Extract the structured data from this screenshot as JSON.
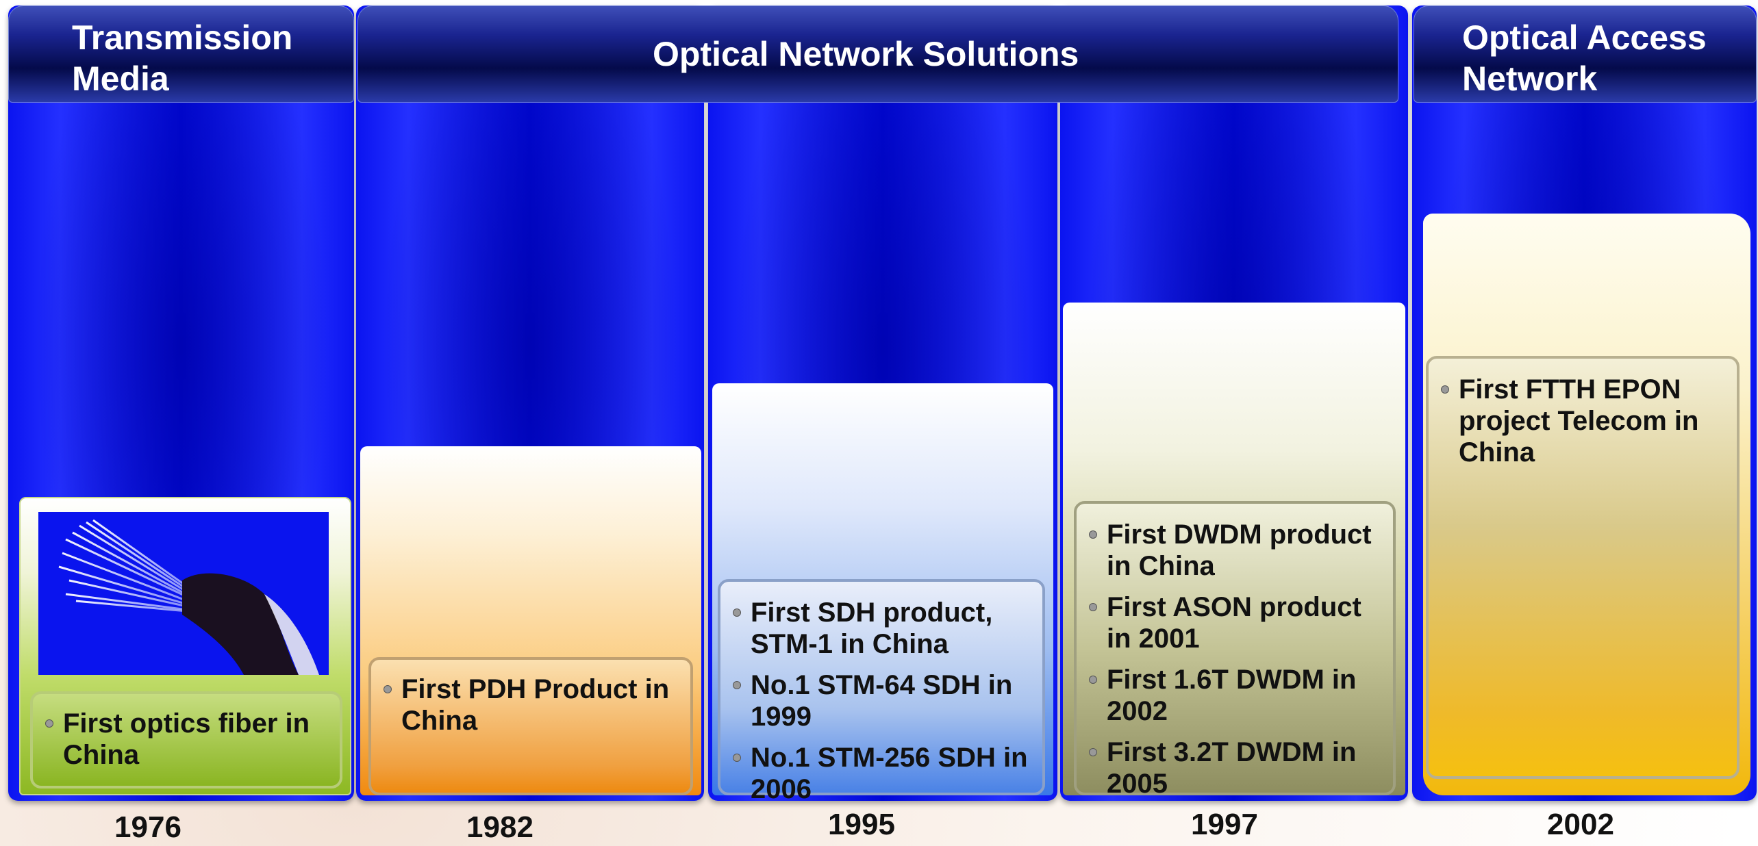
{
  "headers": {
    "transmission_media": "Transmission Media",
    "optical_network_solutions": "Optical Network Solutions",
    "optical_access_network": "Optical Access Network"
  },
  "milestones": [
    {
      "year": "1976",
      "items": [
        "First optics fiber in China"
      ]
    },
    {
      "year": "1982",
      "items": [
        "First PDH Product in China"
      ]
    },
    {
      "year": "1995",
      "items": [
        "First SDH product, STM-1 in China",
        "No.1 STM-64 SDH in 1999",
        "No.1 STM-256 SDH in 2006"
      ]
    },
    {
      "year": "1997",
      "items": [
        "First DWDM product in China",
        "First ASON product in 2001",
        "First 1.6T DWDM in 2002",
        "First 3.2T DWDM in 2005"
      ]
    },
    {
      "year": "2002",
      "items": [
        "First FTTH EPON project Telecom in China"
      ]
    }
  ],
  "colors": {
    "column_blue": "#0008d8",
    "green_panel": "#8db823",
    "orange_panel": "#f08a10",
    "blue_panel": "#3a78e8",
    "olive_panel": "#8a8a5a",
    "gold_panel": "#f2b80c"
  },
  "icons": {
    "photo": "fiber-optic-bundle-photo"
  }
}
